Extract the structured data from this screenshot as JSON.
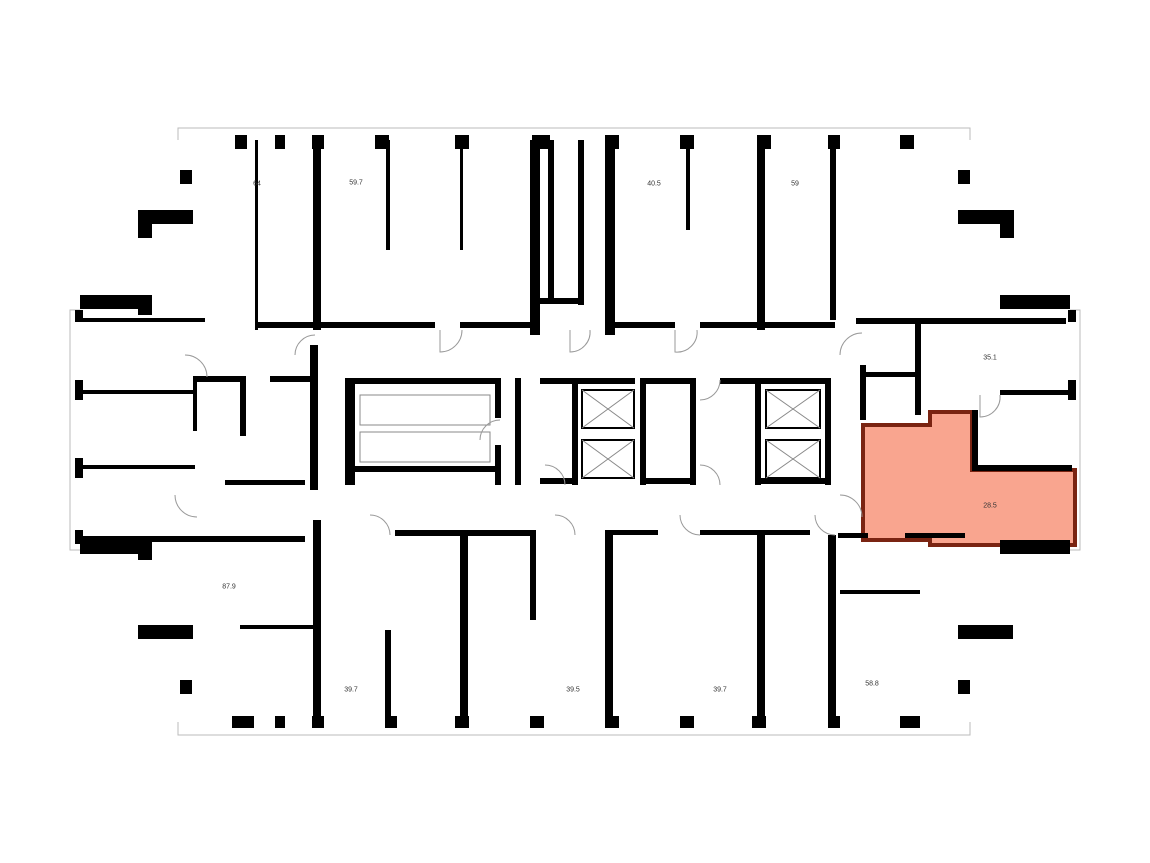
{
  "plan": {
    "highlight_color": "#f9a58f",
    "highlight_wall_color": "#7a2412",
    "selected_apartment": "28.5",
    "apartments": [
      {
        "id": "a1",
        "area": "64"
      },
      {
        "id": "a2",
        "area": "59.7"
      },
      {
        "id": "a3",
        "area": "40.5"
      },
      {
        "id": "a4",
        "area": "59"
      },
      {
        "id": "a5",
        "area": "35.1"
      },
      {
        "id": "a6",
        "area": "28.5"
      },
      {
        "id": "a7",
        "area": "87.9"
      },
      {
        "id": "a8",
        "area": "39.7"
      },
      {
        "id": "a9",
        "area": "39.5"
      },
      {
        "id": "a10",
        "area": "39.7"
      },
      {
        "id": "a11",
        "area": "58.8"
      }
    ]
  }
}
